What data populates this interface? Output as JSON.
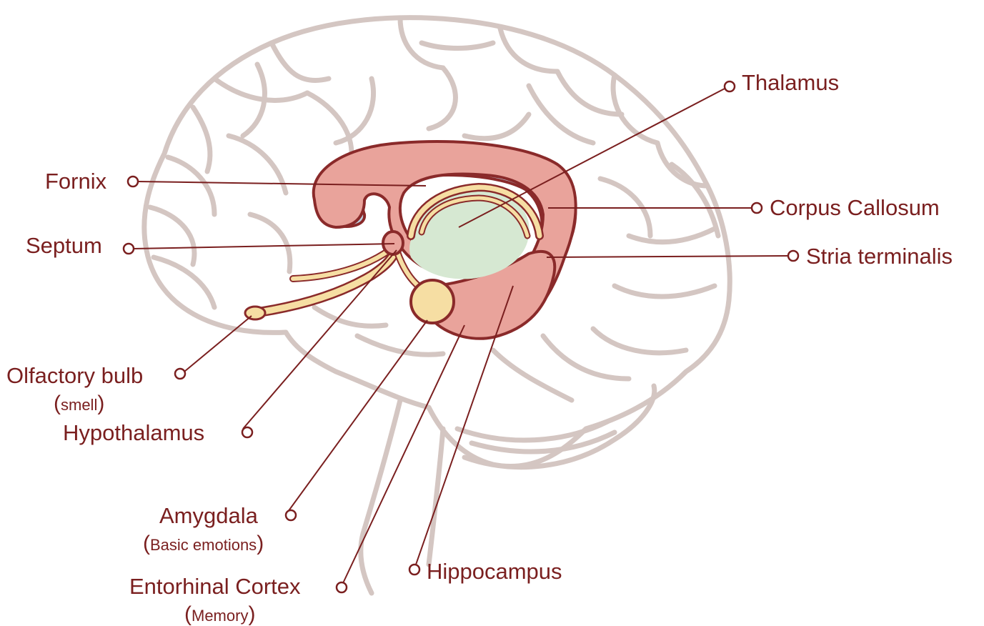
{
  "colors": {
    "label": "#7a1f1f",
    "leader": "#7a1f1f",
    "brain_outline": "#d4c6c2",
    "limbic_pink": "#e9a39b",
    "limbic_outline": "#8a2a2a",
    "corpus_callosum_blue": "#bcd0e0",
    "thalamus_green": "#d6e8d2",
    "fornix_yellow": "#f6dea3",
    "amygdala_yellow": "#f6dea3"
  },
  "labels": {
    "thalamus": "Thalamus",
    "fornix": "Fornix",
    "corpus_callosum": "Corpus Callosum",
    "septum": "Septum",
    "stria_terminalis": "Stria terminalis",
    "olfactory_bulb": "Olfactory bulb",
    "olfactory_bulb_note": "smell",
    "hypothalamus": "Hypothalamus",
    "amygdala": "Amygdala",
    "amygdala_note": "Basic emotions",
    "hippocampus": "Hippocampus",
    "entorhinal_cortex": "Entorhinal Cortex",
    "entorhinal_cortex_note": "Memory"
  }
}
